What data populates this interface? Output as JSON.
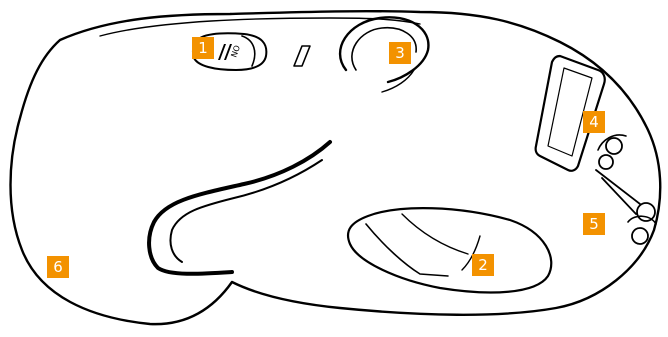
{
  "colors": {
    "callout_fill": "#f39200",
    "callout_text": "#ffffff",
    "outline": "#000000",
    "background": "#ffffff"
  },
  "callouts": [
    {
      "label": "1"
    },
    {
      "label": "2"
    },
    {
      "label": "3"
    },
    {
      "label": "4"
    },
    {
      "label": "5"
    },
    {
      "label": "6"
    }
  ],
  "power_switch": {
    "printed_text": "NO"
  }
}
